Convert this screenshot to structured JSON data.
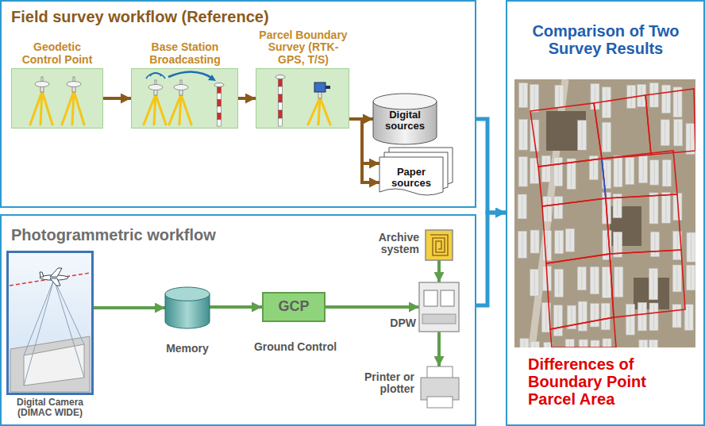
{
  "diagram": {
    "nodes": [
      {
        "text": [
          "Field survey workflow (Reference)"
        ]
      },
      {
        "text": [
          "Geodetic Control Point"
        ],
        "in": 0
      },
      {
        "text": [
          "Base Station Broadcasting"
        ],
        "in": 0
      },
      {
        "text": [
          "Parcel Boundary Survey (RTK-GPS, T/S)"
        ],
        "in": 0
      },
      {
        "text": [
          "Digital sources"
        ],
        "in": 0
      },
      {
        "text": [
          "Paper sources"
        ],
        "in": 0
      },
      {
        "text": [
          "Photogrammetric workflow"
        ]
      },
      {
        "text": [
          "Digital Camera (DIMAC WIDE)"
        ],
        "in": 6
      },
      {
        "text": [
          "Memory"
        ],
        "in": 6
      },
      {
        "text": [
          "GCP",
          "Ground Control"
        ],
        "in": 6
      },
      {
        "text": [
          "Archive system"
        ],
        "in": 6
      },
      {
        "text": [
          "DPW"
        ],
        "in": 6
      },
      {
        "text": [
          "Printer or plotter"
        ],
        "in": 6
      },
      {
        "text": [
          "Comparison of Two Survey Results",
          "Differences of Boundary Point Parcel Area"
        ]
      }
    ],
    "edges": [
      {
        "from": 1,
        "to": 2,
        "arrow": "to"
      },
      {
        "from": 2,
        "to": 3,
        "arrow": "to"
      },
      {
        "from": 3,
        "to": 4,
        "arrow": "to"
      },
      {
        "from": 3,
        "to": 5,
        "arrow": "to"
      },
      {
        "from": 7,
        "to": 8,
        "arrow": "to"
      },
      {
        "from": 8,
        "to": 9,
        "arrow": "to"
      },
      {
        "from": 9,
        "to": 11,
        "arrow": "to"
      },
      {
        "from": 10,
        "to": 11,
        "arrow": "to"
      },
      {
        "from": 11,
        "to": 12,
        "arrow": "to"
      },
      {
        "from": 0,
        "to": 13,
        "arrow": "to"
      },
      {
        "from": 6,
        "to": 13,
        "arrow": "to"
      }
    ]
  }
}
